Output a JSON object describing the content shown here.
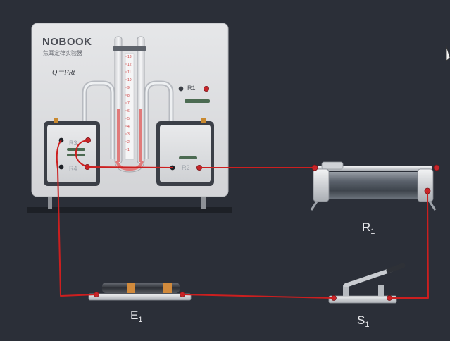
{
  "apparatus": {
    "brand": "NOBOOK",
    "subtitle": "焦耳定律实验器",
    "formula": "Q＝I²Rt",
    "resistor_r1_label": "R1",
    "resistor_r2_label": "R2",
    "resistor_r3_label": "R3",
    "resistor_r4_label": "R4",
    "scale_ticks": [
      "13",
      "12",
      "11",
      "10",
      "9",
      "8",
      "7",
      "6",
      "5",
      "4",
      "3",
      "2",
      "1"
    ]
  },
  "components": {
    "rheostat": {
      "name": "R",
      "sub": "1"
    },
    "battery": {
      "name": "E",
      "sub": "1"
    },
    "switch": {
      "name": "S",
      "sub": "1"
    }
  },
  "colors": {
    "background": "#2b2f38",
    "wire": "#cc1f1f",
    "board": "#dfe0e2",
    "liquid": "#e07b7b"
  },
  "icons": {
    "cursor": "arrow-cursor-icon"
  }
}
